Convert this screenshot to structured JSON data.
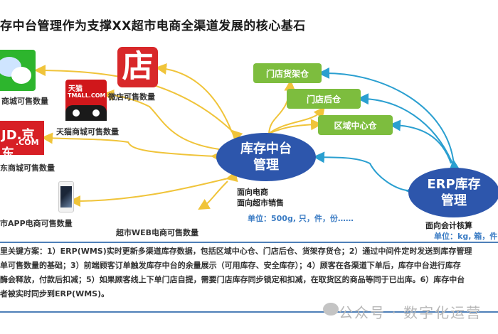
{
  "title": "存中台管理作为支撑XX超市电商全渠道发展的核心基石",
  "channels": [
    {
      "id": "wechat",
      "label": "商城可售数量",
      "icon": "wechat-icon"
    },
    {
      "id": "weidian",
      "label": "微店可售数量",
      "icon": "weidian-icon",
      "glyph": "店"
    },
    {
      "id": "tmall",
      "label": "天猫商城可售数量",
      "icon": "tmall-icon",
      "glyph_top": "天猫",
      "glyph_bottom": "TMALL.COM"
    },
    {
      "id": "jd",
      "label": "东商城可售数量",
      "icon": "jd-icon",
      "glyph_top": "JD.京东",
      "glyph_bottom": ".COM"
    },
    {
      "id": "app",
      "label": "市APP电商可售数量",
      "icon": "phone-icon"
    },
    {
      "id": "web",
      "label": "超市WEB电商可售数量"
    }
  ],
  "center_node": {
    "line1": "库存中台",
    "line2": "管理",
    "notes": [
      "面向电商",
      "面向超市销售"
    ],
    "unit": "单位：500g, 只，件，份……"
  },
  "warehouses": [
    {
      "label": "门店货架仓"
    },
    {
      "label": "门店后仓"
    },
    {
      "label": "区域中心仓"
    }
  ],
  "erp_node": {
    "line1": "ERP库存",
    "line2": "管理",
    "note": "面向会计核算",
    "unit": "单位：kg, 箱，件"
  },
  "solution_text": [
    "里关键方案：1）ERP(WMS)实时更新多渠道库存数据，包括区域中心仓、门店后仓、货架存货仓；2）通过中间件定时发送到库存管理",
    "单可售数量的基础；3）前端顾客订单触发库存中台的余量展示（可用库存、安全库存）；4）顾客在各渠道下单后，库存中台进行库存",
    "酶会释放，付款后扣减；5）如果顾客线上下单门店自提，需要门店库存同步锁定和扣减，在取货区的商品等同于已出库。6）库存中台",
    "者被实时同步到ERP(WMS)。"
  ],
  "watermark": "公众号 · 数字化运营",
  "colors": {
    "center_ellipse": "#2d56ac",
    "warehouse_box": "#7dbd3e",
    "yellow_arrow": "#f0c43a",
    "blue_arrow": "#2a9fd0",
    "rule": "#4e7fb8",
    "unit_text": "#3b7cc4"
  }
}
